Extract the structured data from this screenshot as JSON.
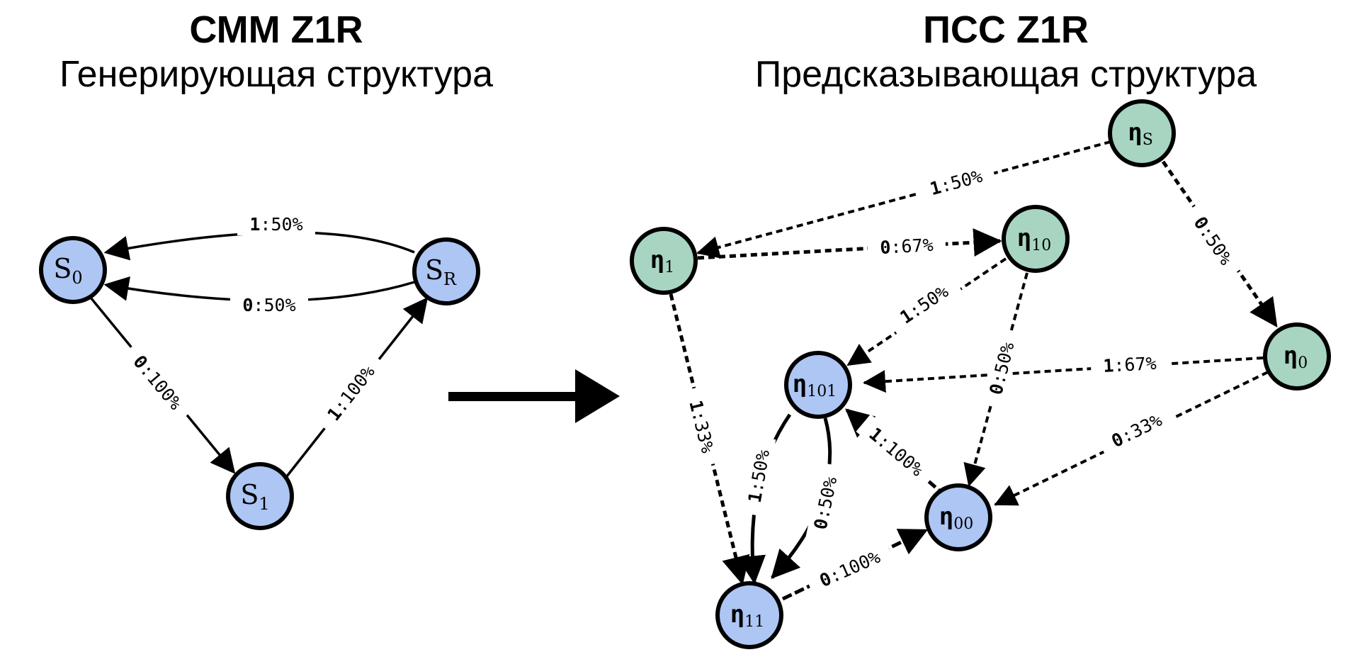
{
  "left_diagram": {
    "title": "СММ Z1R",
    "subtitle": "Генерирующая структура",
    "nodes": [
      {
        "id": "S0",
        "base": "S",
        "sub": "0"
      },
      {
        "id": "SR",
        "base": "S",
        "sub": "R"
      },
      {
        "id": "S1",
        "base": "S",
        "sub": "1"
      }
    ],
    "edges": [
      {
        "from": "SR",
        "to": "S0",
        "symbol": "1",
        "prob": "50%"
      },
      {
        "from": "SR",
        "to": "S0",
        "symbol": "0",
        "prob": "50%"
      },
      {
        "from": "S0",
        "to": "S1",
        "symbol": "0",
        "prob": "100%"
      },
      {
        "from": "S1",
        "to": "SR",
        "symbol": "1",
        "prob": "100%"
      }
    ]
  },
  "right_diagram": {
    "title": "ПСС Z1R",
    "subtitle": "Предсказывающая структура",
    "nodes": [
      {
        "id": "etaS",
        "base": "η",
        "sub": "S",
        "color": "#a8d5c2"
      },
      {
        "id": "eta1",
        "base": "η",
        "sub": "1",
        "color": "#a8d5c2"
      },
      {
        "id": "eta10",
        "base": "η",
        "sub": "10",
        "color": "#a8d5c2"
      },
      {
        "id": "eta0",
        "base": "η",
        "sub": "0",
        "color": "#a8d5c2"
      },
      {
        "id": "eta101",
        "base": "η",
        "sub": "101",
        "color": "#adc6f4"
      },
      {
        "id": "eta00",
        "base": "η",
        "sub": "00",
        "color": "#adc6f4"
      },
      {
        "id": "eta11",
        "base": "η",
        "sub": "11",
        "color": "#adc6f4"
      }
    ],
    "edges": [
      {
        "from": "etaS",
        "to": "eta1",
        "symbol": "1",
        "prob": "50%"
      },
      {
        "from": "etaS",
        "to": "eta0",
        "symbol": "0",
        "prob": "50%"
      },
      {
        "from": "eta1",
        "to": "eta10",
        "symbol": "0",
        "prob": "67%"
      },
      {
        "from": "eta1",
        "to": "eta11",
        "symbol": "1",
        "prob": "33%"
      },
      {
        "from": "eta10",
        "to": "eta101",
        "symbol": "1",
        "prob": "50%"
      },
      {
        "from": "eta10",
        "to": "eta00",
        "symbol": "0",
        "prob": "50%"
      },
      {
        "from": "eta0",
        "to": "eta101",
        "symbol": "1",
        "prob": "67%"
      },
      {
        "from": "eta0",
        "to": "eta00",
        "symbol": "0",
        "prob": "33%"
      },
      {
        "from": "eta101",
        "to": "eta11",
        "symbol": "1",
        "prob": "50%"
      },
      {
        "from": "eta101",
        "to": "eta11",
        "symbol": "0",
        "prob": "50%"
      },
      {
        "from": "eta00",
        "to": "eta101",
        "symbol": "1",
        "prob": "100%"
      },
      {
        "from": "eta11",
        "to": "eta00",
        "symbol": "0",
        "prob": "100%"
      }
    ]
  },
  "colors": {
    "green_node": "#a8d5c2",
    "blue_node": "#adc6f4",
    "stroke": "#000000"
  }
}
